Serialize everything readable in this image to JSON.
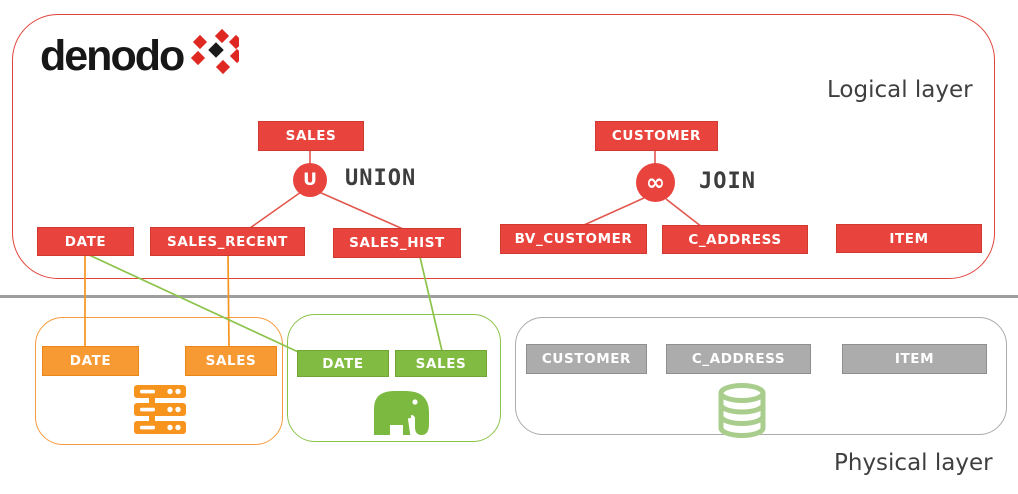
{
  "brand": {
    "name": "denodo"
  },
  "layer_labels": {
    "logical": "Logical layer",
    "physical": "Physical layer"
  },
  "logical_layer": {
    "views": {
      "sales": "SALES",
      "customer": "CUSTOMER",
      "date": "DATE",
      "sales_recent": "SALES_RECENT",
      "sales_hist": "SALES_HIST",
      "bv_customer": "BV_CUSTOMER",
      "c_address": "C_ADDRESS",
      "item": "ITEM"
    },
    "operators": {
      "union": {
        "symbol": "U",
        "label": "UNION"
      },
      "join": {
        "symbol": "∞",
        "label": "JOIN"
      }
    }
  },
  "physical_layer": {
    "orange_source": {
      "icon": "server-icon",
      "tables": {
        "date": "DATE",
        "sales": "SALES"
      }
    },
    "green_source": {
      "icon": "elephant-icon",
      "tables": {
        "date": "DATE",
        "sales": "SALES"
      }
    },
    "gray_source": {
      "icon": "database-icon",
      "tables": {
        "customer": "CUSTOMER",
        "c_address": "C_ADDRESS",
        "item": "ITEM"
      }
    }
  },
  "colors": {
    "red": "#e8443d",
    "red_line": "#e2574d",
    "orange": "#f7941e",
    "green": "#82bb42",
    "light_green": "#a9cd8c",
    "gray": "#acacac",
    "divider_gray": "#9e9e9e",
    "text_dark": "#3d3d3d",
    "logo_red": "#e02822"
  }
}
